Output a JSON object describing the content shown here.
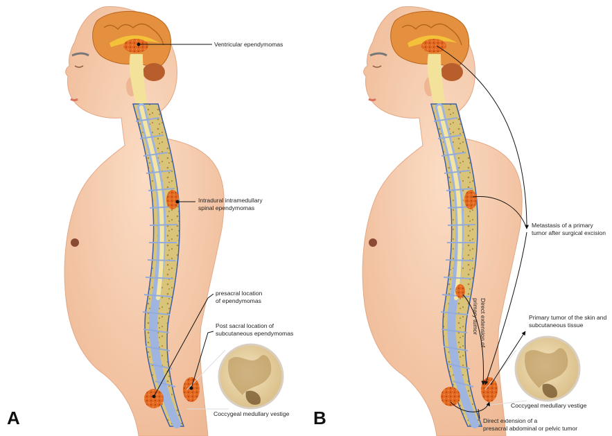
{
  "panel_a": {
    "letter": "A",
    "labels": {
      "ventricular": "Ventricular ependymomas",
      "intradural_l1": "Intradural intramedullary",
      "intradural_l2": "spinal ependymomas",
      "presacral_l1": "presacral location",
      "presacral_l2": "of ependymomas",
      "postsacral_l1": "Post sacral location of",
      "postsacral_l2": "subcutaneous ependymomas",
      "vestige": "Coccygeal medullary vestige"
    }
  },
  "panel_b": {
    "letter": "B",
    "labels": {
      "metastasis_l1": "Metastasis of a primary",
      "metastasis_l2": "tumor after surgical excision",
      "primary_skin_l1": "Primary tumor of the skin and",
      "primary_skin_l2": "subcutaneous tissue",
      "direct_ext_l1": "Direct extension of",
      "direct_ext_l2": "primary tumor",
      "vestige": "Coccygeal medullary vestige",
      "abdominal_l1": "Direct extension of a",
      "abdominal_l2": "presacral abdominal or pelvic tumor"
    }
  },
  "colors": {
    "skin": "#f6cdb0",
    "skin_shadow": "#e8ad8b",
    "brain": "#e48a3a",
    "cord": "#f5e6a0",
    "canal": "#9db4de",
    "vertebra": "#d8c070",
    "tumor": "#e0641e",
    "leader": "#111111"
  }
}
